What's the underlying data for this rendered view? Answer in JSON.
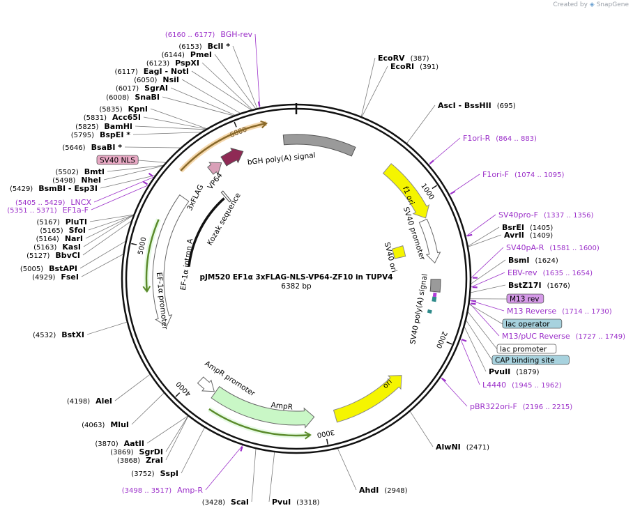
{
  "credit": {
    "prefix": "Created by",
    "brand": "SnapGene"
  },
  "title": "pJM520 EF1α 3xFLAG-NLS-VP64-ZF10 in TUPV4",
  "size": "6382 bp",
  "sites": [
    {
      "pos": "(387)",
      "name": "EcoRV",
      "side": "right"
    },
    {
      "pos": "(391)",
      "name": "EcoRI",
      "side": "right"
    },
    {
      "pos": "(695)",
      "name": "AscI  - BssHII",
      "side": "right"
    },
    {
      "pos": "(1405)",
      "name": "BsrEI",
      "side": "right"
    },
    {
      "pos": "(1409)",
      "name": "AvrII",
      "side": "right"
    },
    {
      "pos": "(1624)",
      "name": "BsmI",
      "side": "right"
    },
    {
      "pos": "(1676)",
      "name": "BstZ17I",
      "side": "right"
    },
    {
      "pos": "(1879)",
      "name": "PvuII",
      "side": "right"
    },
    {
      "pos": "(2471)",
      "name": "AlwNI",
      "side": "right"
    },
    {
      "pos": "(2948)",
      "name": "AhdI",
      "side": "right"
    },
    {
      "pos": "(3318)",
      "name": "PvuI",
      "side": "right"
    },
    {
      "pos": "(3428)",
      "name": "ScaI",
      "side": "left"
    },
    {
      "pos": "(3752)",
      "name": "SspI",
      "side": "left"
    },
    {
      "pos": "(3868)",
      "name": "ZraI",
      "side": "left"
    },
    {
      "pos": "(3869)",
      "name": "SgrDI",
      "side": "left"
    },
    {
      "pos": "(3870)",
      "name": "AatII",
      "side": "left"
    },
    {
      "pos": "(4063)",
      "name": "MluI",
      "side": "left"
    },
    {
      "pos": "(4198)",
      "name": "AleI",
      "side": "left"
    },
    {
      "pos": "(4532)",
      "name": "BstXI",
      "side": "left"
    },
    {
      "pos": "(4929)",
      "name": "FseI",
      "side": "left"
    },
    {
      "pos": "(5005)",
      "name": "BstAPI",
      "side": "left"
    },
    {
      "pos": "(5127)",
      "name": "BbvCI",
      "side": "left"
    },
    {
      "pos": "(5163)",
      "name": "KasI",
      "side": "left"
    },
    {
      "pos": "(5164)",
      "name": "NarI",
      "side": "left"
    },
    {
      "pos": "(5165)",
      "name": "SfoI",
      "side": "left"
    },
    {
      "pos": "(5167)",
      "name": "PluTI",
      "side": "left"
    },
    {
      "pos": "(5429)",
      "name": "BsmBI   - Esp3I",
      "side": "left"
    },
    {
      "pos": "(5498)",
      "name": "NheI",
      "side": "left"
    },
    {
      "pos": "(5502)",
      "name": "BmtI",
      "side": "left"
    },
    {
      "pos": "(5646)",
      "name": "BsaBI  *",
      "side": "left"
    },
    {
      "pos": "(5795)",
      "name": "BspEI  *",
      "side": "left"
    },
    {
      "pos": "(5825)",
      "name": "BamHI",
      "side": "left"
    },
    {
      "pos": "(5831)",
      "name": "Acc65I",
      "side": "left"
    },
    {
      "pos": "(5835)",
      "name": "KpnI",
      "side": "left"
    },
    {
      "pos": "(6008)",
      "name": "SnaBI",
      "side": "left"
    },
    {
      "pos": "(6017)",
      "name": "SgrAI",
      "side": "left"
    },
    {
      "pos": "(6050)",
      "name": "NsiI",
      "side": "left"
    },
    {
      "pos": "(6117)",
      "name": "EagI   - NotI",
      "side": "left"
    },
    {
      "pos": "(6123)",
      "name": "PspXI",
      "side": "left"
    },
    {
      "pos": "(6144)",
      "name": "PmeI",
      "side": "left"
    },
    {
      "pos": "(6153)",
      "name": "BclI  *",
      "side": "left"
    }
  ],
  "primers": [
    {
      "name": "BGH-rev",
      "range": "(6160 .. 6177)",
      "side": "left"
    },
    {
      "name": "F1ori-R",
      "range": "(864 .. 883)",
      "side": "right"
    },
    {
      "name": "F1ori-F",
      "range": "(1074 .. 1095)",
      "side": "right"
    },
    {
      "name": "SV40pro-F",
      "range": "(1337 .. 1356)",
      "side": "right"
    },
    {
      "name": "SV40pA-R",
      "range": "(1581 .. 1600)",
      "side": "right"
    },
    {
      "name": "EBV-rev",
      "range": "(1635 .. 1654)",
      "side": "right"
    },
    {
      "name": "M13 Reverse",
      "range": "(1714 .. 1730)",
      "side": "right"
    },
    {
      "name": "M13/pUC Reverse",
      "range": "(1727 .. 1749)",
      "side": "right"
    },
    {
      "name": "L4440",
      "range": "(1945 .. 1962)",
      "side": "right"
    },
    {
      "name": "pBR322ori-F",
      "range": "(2196 .. 2215)",
      "side": "right"
    },
    {
      "name": "Amp-R",
      "range": "(3498 .. 3517)",
      "side": "left"
    },
    {
      "name": "LNCX",
      "range": "(5405 .. 5429)",
      "side": "left"
    },
    {
      "name": "EF1a-F",
      "range": "(5351 .. 5371)",
      "side": "left"
    }
  ],
  "boxes": [
    {
      "label": "SV40 NLS",
      "fill": "#e8a9c4"
    },
    {
      "label": "M13 rev",
      "fill": "#d59ae8"
    },
    {
      "label": "lac operator",
      "fill": "#a7d2de"
    },
    {
      "label": "lac promoter",
      "fill": "#ffffff"
    },
    {
      "label": "CAP binding site",
      "fill": "#a7d2de"
    }
  ],
  "features": {
    "bgh": "bGH poly(A) signal",
    "f1ori": "f1 ori",
    "sv40promoter": "SV40 promoter",
    "sv40ori": "SV40 ori",
    "sv40pa": "SV40 poly(A) signal",
    "ori": "ori",
    "ampr": "AmpR",
    "amprpromoter": "AmpR promoter",
    "ef1promoter": "EF-1α promoter",
    "ef1intron": "EF-1α intron A",
    "kozak": "Kozak sequence",
    "flag": "3xFLAG",
    "vp64": "VP64"
  },
  "ticks": [
    "1000",
    "2000",
    "3000",
    "4000",
    "5000",
    "6000"
  ],
  "colors": {
    "primer": "#9b2fc9",
    "f1ori": "#f5f500",
    "ori": "#f5f500",
    "ampr": "#c9f7c6",
    "bgh": "#9a9a9a",
    "vp64": "#8f2a55",
    "flag": "#d9a0b8",
    "line": "#7a7a7a",
    "orf_outline": "#5a8a2a",
    "orf_glow": "#e8a94a"
  }
}
